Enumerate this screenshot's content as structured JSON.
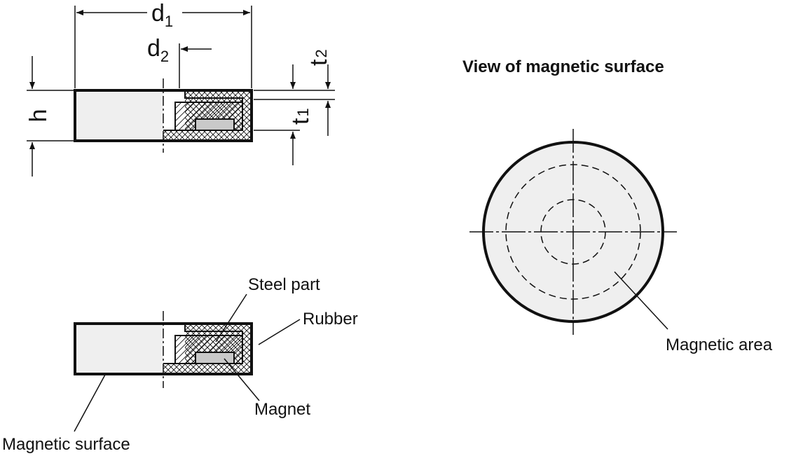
{
  "colors": {
    "line": "#111111",
    "body_fill": "#efefef",
    "magnet_fill": "#c9c9c9",
    "background": "#ffffff"
  },
  "dimensions": {
    "d1": {
      "letter": "d",
      "index": "1"
    },
    "d2": {
      "letter": "d",
      "index": "2"
    },
    "h": {
      "letter": "h",
      "index": ""
    },
    "t1": {
      "letter": "t",
      "index": "1"
    },
    "t2": {
      "letter": "t",
      "index": "2"
    }
  },
  "labels": {
    "steel_part": "Steel part",
    "rubber": "Rubber",
    "magnet": "Magnet",
    "magnetic_surface": "Magnetic surface",
    "magnetic_area": "Magnetic area"
  },
  "view_title": "View of magnetic surface"
}
